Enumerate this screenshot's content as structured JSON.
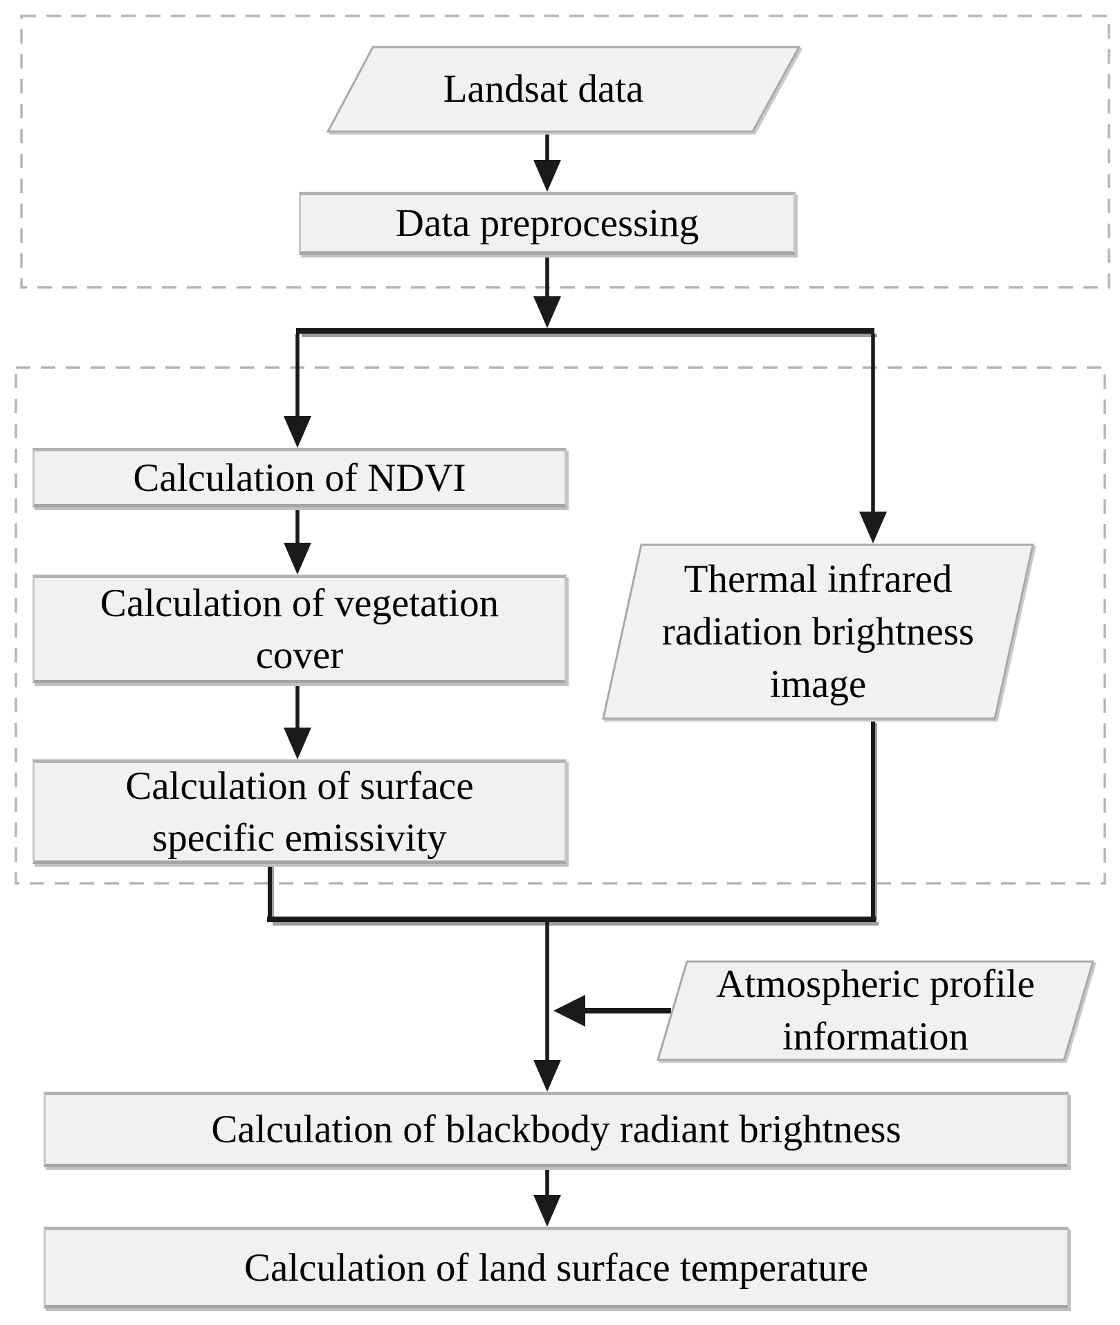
{
  "figure": {
    "type": "flowchart",
    "background": "#ffffff",
    "colors": {
      "node_fill": "#f1f1f1",
      "node_border": "#b0b0b0",
      "group_box_dashed_border": "#b5b5b5",
      "connector": "#1a1a1a",
      "text": "#000000"
    },
    "nodes": {
      "landsat": {
        "shape": "parallelogram",
        "label": "Landsat data"
      },
      "preprocessing": {
        "shape": "rectangle",
        "label": "Data preprocessing"
      },
      "ndvi": {
        "shape": "rectangle",
        "label": "Calculation of NDVI"
      },
      "vegetation": {
        "shape": "rectangle",
        "lines": [
          "Calculation of vegetation",
          "cover"
        ]
      },
      "emissivity": {
        "shape": "rectangle",
        "lines": [
          "Calculation of surface",
          "specific emissivity"
        ]
      },
      "thermal": {
        "shape": "parallelogram",
        "lines": [
          "Thermal infrared",
          "radiation brightness",
          "image"
        ]
      },
      "atmospheric": {
        "shape": "parallelogram",
        "lines": [
          "Atmospheric profile",
          "information"
        ]
      },
      "blackbody": {
        "shape": "rectangle",
        "label": "Calculation of blackbody radiant brightness"
      },
      "lst": {
        "shape": "rectangle",
        "label": "Calculation of land surface temperature"
      }
    }
  }
}
